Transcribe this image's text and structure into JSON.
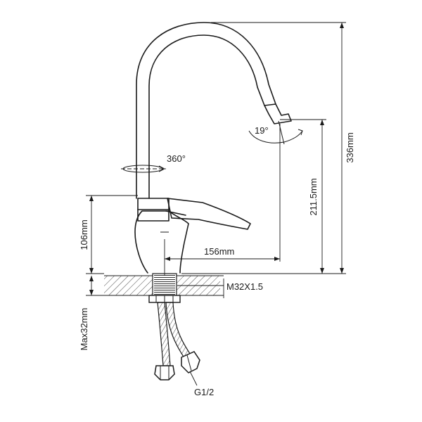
{
  "dimensions": {
    "total_height": "336mm",
    "spout_height": "211.5mm",
    "reach": "156mm",
    "base_height": "106mm",
    "max_counter": "Max32mm"
  },
  "annotations": {
    "rotation": "360°",
    "spout_angle": "19°",
    "thread": "M32X1.5",
    "hose_fitting": "G1/2"
  }
}
